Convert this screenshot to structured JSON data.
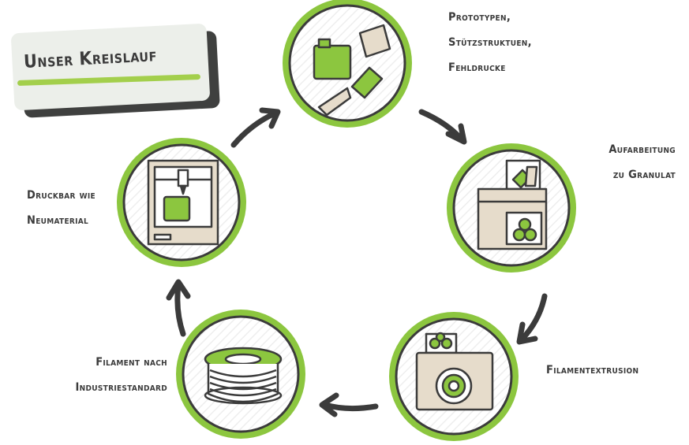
{
  "title": "Unser Kreislauf",
  "steps": [
    {
      "label_lines": [
        "Prototypen,",
        "Stützstruktuen,",
        "Fehldrucke"
      ],
      "icon": "printed-parts-icon"
    },
    {
      "label_lines": [
        "Aufarbeitung",
        "zu Granulat"
      ],
      "icon": "shredder-granulate-icon"
    },
    {
      "label_lines": [
        "Filamentextrusion"
      ],
      "icon": "extruder-icon"
    },
    {
      "label_lines": [
        "Filament nach",
        "Industriestandard"
      ],
      "icon": "filament-spool-icon"
    },
    {
      "label_lines": [
        "Druckbar wie",
        "Neumaterial"
      ],
      "icon": "3d-printer-icon"
    }
  ],
  "colors": {
    "accent": "#8cc63f",
    "dark": "#3b3b3b",
    "beige": "#e6dccb",
    "card": "#ecefea",
    "shadow": "#3f403f"
  }
}
